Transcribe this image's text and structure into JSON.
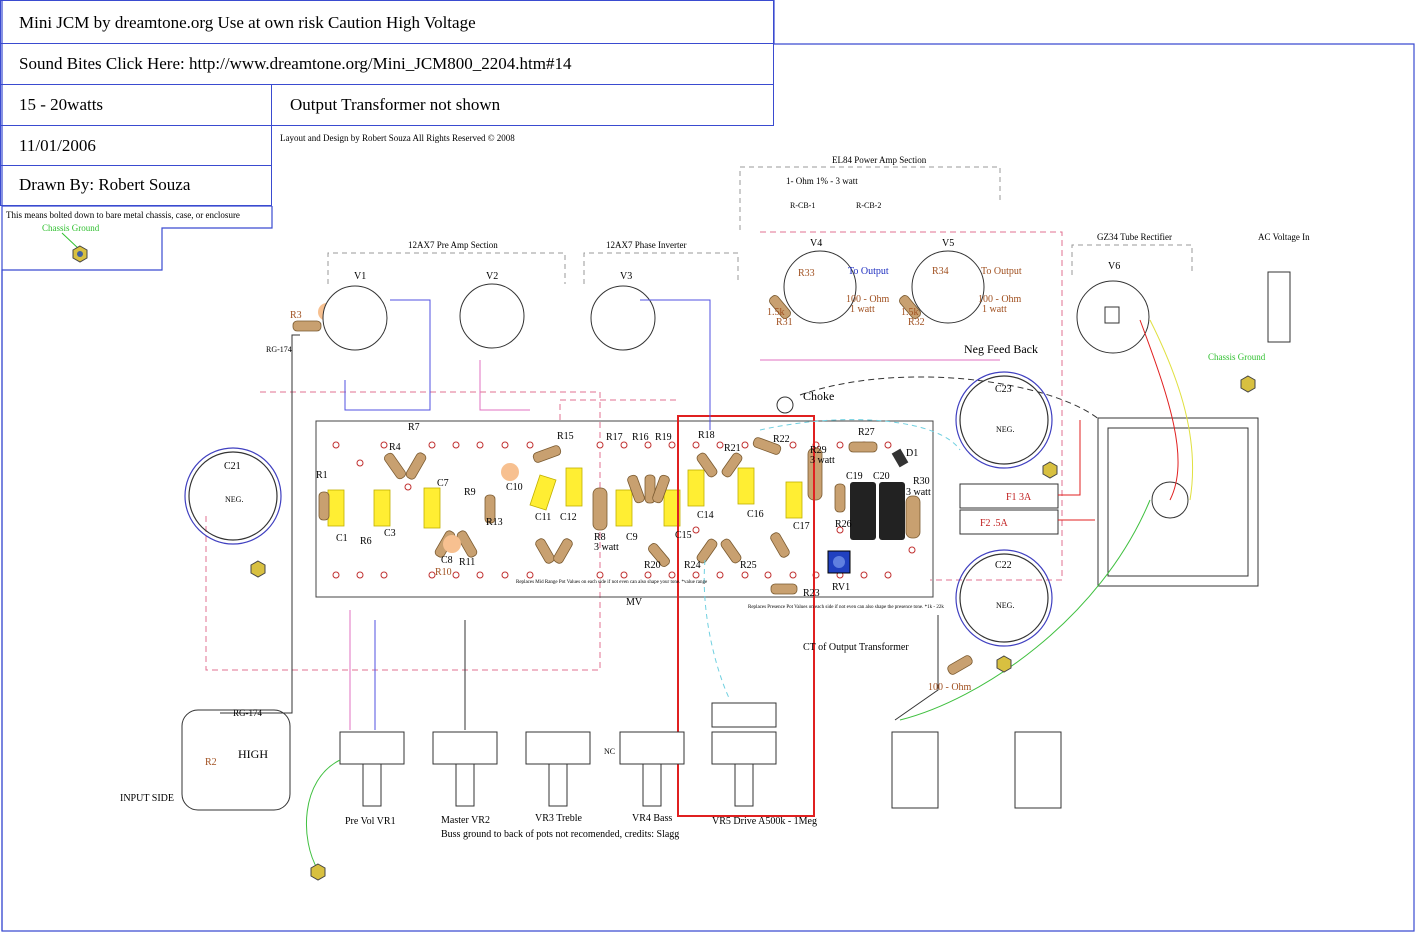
{
  "title_block": {
    "title": "Mini JCM by dreamtone.org Use at own risk Caution High Voltage",
    "sound_bites": "Sound Bites Click Here: http://www.dreamtone.org/Mini_JCM800_2204.htm#14",
    "power": "15 - 20watts",
    "note_ot": "Output Transformer not shown",
    "date": "11/01/2006",
    "layout_credit": "Layout and Design by Robert Souza All Rights Reserved © 2008",
    "drawn_by": "Drawn By: Robert Souza",
    "bolted_note": "This means bolted down to bare metal chassis, case, or enclosure",
    "chassis_ground": "Chassis Ground"
  },
  "sections": {
    "preamp": "12AX7 Pre Amp Section",
    "phase_inverter": "12AX7 Phase Inverter",
    "power_amp": "EL84 Power Amp Section",
    "rectifier": "GZ34 Tube Rectifier",
    "ac_in": "AC Voltage In",
    "neg_feedback": "Neg Feed Back",
    "choke": "Choke",
    "ct_ot": "CT of Output Transformer"
  },
  "tubes": {
    "v1": "V1",
    "v2": "V2",
    "v3": "V3",
    "v4": "V4",
    "v5": "V5",
    "v6": "V6",
    "to_output": "To Output",
    "hundred_ohm": "100 - Ohm",
    "one_watt": "1 watt",
    "one_ohm": "1- Ohm 1% - 3 watt",
    "rcb1": "R-CB-1",
    "rcb2": "R-CB-2",
    "r31_val": "1.5k",
    "r32_val": "1.5k"
  },
  "components": {
    "r1": "R1",
    "r2": "R2",
    "r3": "R3",
    "r4": "R4",
    "r6": "R6",
    "r7": "R7",
    "r8": "R8",
    "r9": "R9",
    "r10": "R10",
    "r11": "R11",
    "r13": "R13",
    "r15": "R15",
    "r16": "R16",
    "r17": "R17",
    "r18": "R18",
    "r19": "R19",
    "r20": "R20",
    "r21": "R21",
    "r22": "R22",
    "r23": "R23",
    "r24": "R24",
    "r25": "R25",
    "r26": "R26",
    "r27": "R27",
    "r29": "R29",
    "r30": "R30",
    "r31": "R31",
    "r32": "R32",
    "r33": "R33",
    "r34": "R34",
    "c1": "C1",
    "c3": "C3",
    "c7": "C7",
    "c8": "C8",
    "c9": "C9",
    "c10": "C10",
    "c11": "C11",
    "c12": "C12",
    "c14": "C14",
    "c15": "C15",
    "c16": "C16",
    "c17": "C17",
    "c19": "C19",
    "c20": "C20",
    "c21": "C21",
    "c22": "C22",
    "c23": "C23",
    "d1": "D1",
    "rv1": "RV1",
    "mv": "MV",
    "neg": "NEG.",
    "three_watt": "3 watt",
    "f1": "F1 3A",
    "f2": "F2 .5A",
    "rg174": "RG-174",
    "high": "HIGH",
    "input_side": "INPUT SIDE",
    "midrange_note": "Replaces Mid Range Pot Values on each side if not even can also shape your tone. *value range",
    "presence_note": "Replaces Presence Pot Values on each side if not even can also shape the presence tone. *1k - 22k"
  },
  "pots": {
    "vr1": "Pre Vol  VR1",
    "vr2": "Master VR2",
    "vr3": "VR3 Treble",
    "vr4": "VR4 Bass",
    "vr5": "VR5 Drive A500k - 1Meg",
    "nc": "NC",
    "buss_note": "Buss ground to back of pots not recomended, credits: Slagg"
  },
  "colors": {
    "frame": "#3a4bd0",
    "capacitor": "#ffee33",
    "resistor": "#c8a070",
    "pink": "#e070c0",
    "green": "#40c040",
    "red_box": "#e02020",
    "blue_wire": "#5050e0"
  }
}
